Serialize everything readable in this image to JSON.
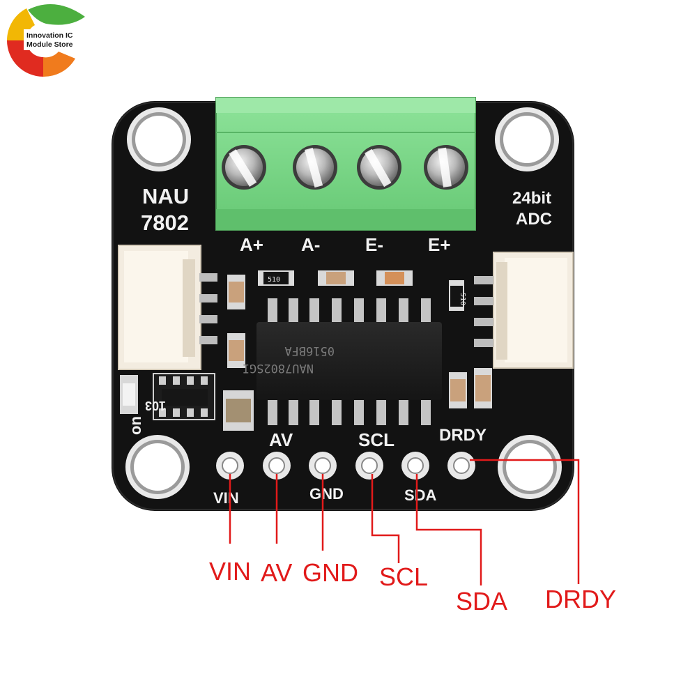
{
  "store_logo": {
    "line1": "Innovation IC",
    "line2": "Module Store"
  },
  "board": {
    "title_line1": "NAU",
    "title_line2": "7802",
    "spec_line1": "24bit",
    "spec_line2": "ADC",
    "terminal_labels": [
      "A+",
      "A-",
      "E-",
      "E+"
    ],
    "chip_line1": "NAU7802SGI",
    "chip_line2": "0516BFA",
    "resistor_left_label": "510",
    "resistor_right_label": "510",
    "resistor_array_label": "103",
    "led_label": "on",
    "pin_labels_top": [
      "AV",
      "SCL",
      "DRDY"
    ],
    "pin_labels_bottom": [
      "VIN",
      "GND",
      "SDA"
    ]
  },
  "callouts": [
    "VIN",
    "AV",
    "GND",
    "SCL",
    "SDA",
    "DRDY"
  ],
  "colors": {
    "pcb": "#121212",
    "terminal_block": "#7fd98a",
    "callout": "#e11a1a",
    "silkscreen": "#f2f2f2",
    "pad_metal": "#c8c8c8"
  }
}
